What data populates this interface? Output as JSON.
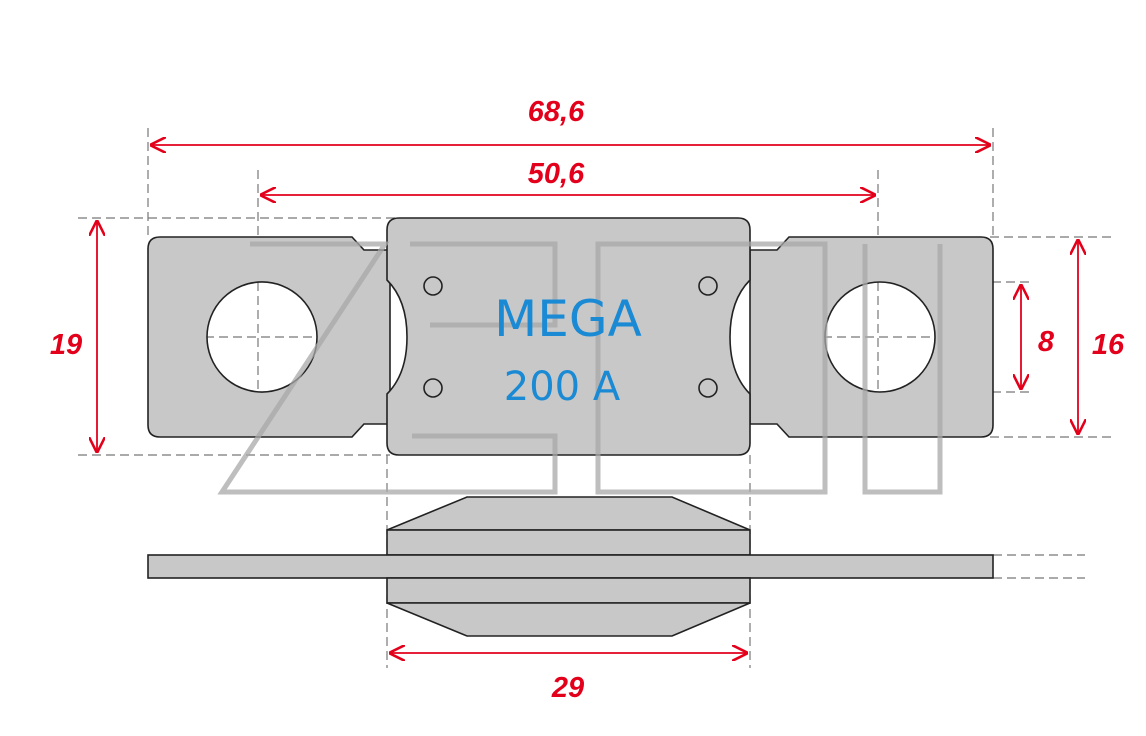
{
  "fuse": {
    "type_label": "MEGA",
    "rating_label": "200 A"
  },
  "dimensions": {
    "overall_length": "68,6",
    "hole_spacing": "50,6",
    "body_height": "19",
    "tab_height": "16",
    "hole_diameter": "8",
    "body_width": "29"
  },
  "colors": {
    "dimension": "#e3001b",
    "label": "#1a8ad4",
    "part_fill": "#c8c8c8",
    "watermark": "#b0b0b0"
  }
}
